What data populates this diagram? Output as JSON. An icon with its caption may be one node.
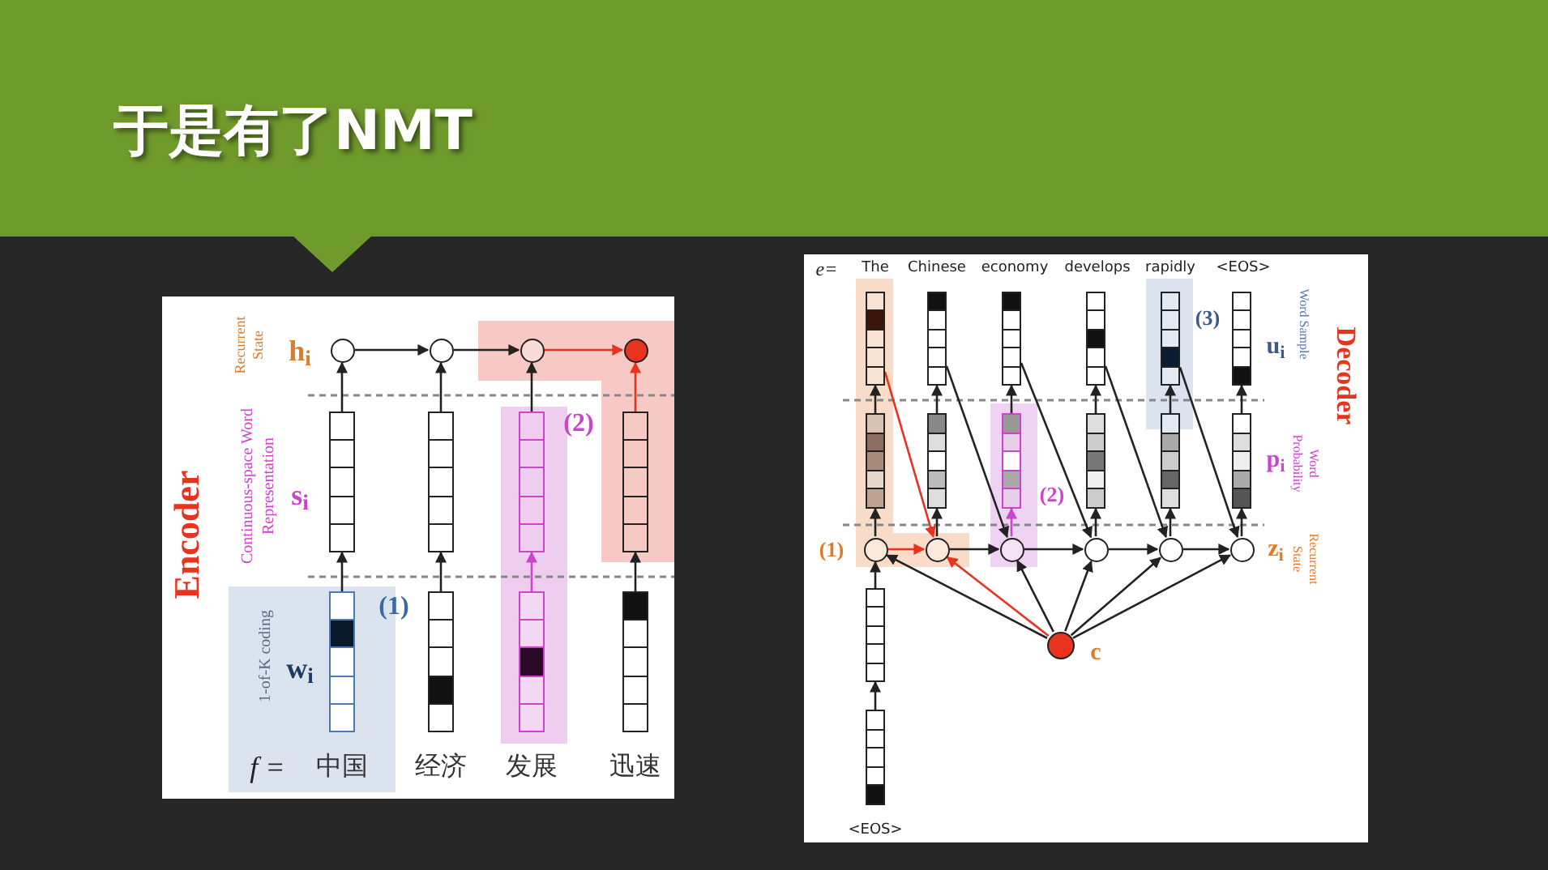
{
  "diagram": {
    "title": "于是有了NMT",
    "nodes": [
      {
        "text": [],
        "shape": "circle"
      },
      {
        "text": [],
        "shape": "circle"
      },
      {
        "text": [],
        "shape": "circle"
      },
      {
        "text": [],
        "shape": "circle"
      },
      {
        "text": [],
        "shape": "bar"
      },
      {
        "text": [],
        "shape": "bar"
      },
      {
        "text": [],
        "shape": "bar"
      },
      {
        "text": [],
        "shape": "bar"
      },
      {
        "text": [],
        "shape": "bar"
      },
      {
        "text": [],
        "shape": "bar"
      },
      {
        "text": [],
        "shape": "bar"
      },
      {
        "text": [],
        "shape": "bar"
      },
      {
        "text": [],
        "shape": "bar"
      },
      {
        "text": [],
        "shape": "bar"
      },
      {
        "text": [],
        "shape": "bar"
      },
      {
        "text": [],
        "shape": "bar"
      },
      {
        "text": [],
        "shape": "bar"
      },
      {
        "text": [],
        "shape": "bar"
      },
      {
        "text": [],
        "shape": "bar"
      },
      {
        "text": [],
        "shape": "bar"
      },
      {
        "text": [],
        "shape": "bar"
      },
      {
        "text": [],
        "shape": "bar"
      },
      {
        "text": [],
        "shape": "bar"
      },
      {
        "text": [],
        "shape": "bar"
      },
      {
        "text": [],
        "shape": "circle"
      },
      {
        "text": [],
        "shape": "circle"
      },
      {
        "text": [],
        "shape": "circle"
      },
      {
        "text": [],
        "shape": "circle"
      },
      {
        "text": [],
        "shape": "circle"
      },
      {
        "text": [],
        "shape": "circle"
      },
      {
        "text": [],
        "shape": "circle"
      },
      {
        "text": [],
        "shape": "bar"
      },
      {
        "text": [],
        "shape": "bar"
      }
    ],
    "edges": [
      {
        "from": 8,
        "to": 4,
        "arrow": "to"
      },
      {
        "from": 9,
        "to": 5,
        "arrow": "to"
      },
      {
        "from": 10,
        "to": 6,
        "arrow": "to",
        "color": "#cc44cc"
      },
      {
        "from": 11,
        "to": 7,
        "arrow": "to"
      },
      {
        "from": 4,
        "to": 0,
        "arrow": "to"
      },
      {
        "from": 5,
        "to": 1,
        "arrow": "to"
      },
      {
        "from": 6,
        "to": 2,
        "arrow": "to"
      },
      {
        "from": 7,
        "to": 3,
        "arrow": "to",
        "color": "#e8331f"
      },
      {
        "from": 0,
        "to": 1,
        "arrow": "to"
      },
      {
        "from": 1,
        "to": 2,
        "arrow": "to"
      },
      {
        "from": 2,
        "to": 3,
        "arrow": "to",
        "color": "#e8331f"
      },
      {
        "from": 24,
        "to": 18,
        "arrow": "to"
      },
      {
        "from": 25,
        "to": 19,
        "arrow": "to"
      },
      {
        "from": 26,
        "to": 20,
        "arrow": "to",
        "color": "#cc44cc"
      },
      {
        "from": 27,
        "to": 21,
        "arrow": "to"
      },
      {
        "from": 28,
        "to": 22,
        "arrow": "to"
      },
      {
        "from": 29,
        "to": 23,
        "arrow": "to"
      },
      {
        "from": 18,
        "to": 12,
        "arrow": "to"
      },
      {
        "from": 19,
        "to": 13,
        "arrow": "to"
      },
      {
        "from": 20,
        "to": 14,
        "arrow": "to"
      },
      {
        "from": 21,
        "to": 15,
        "arrow": "to"
      },
      {
        "from": 22,
        "to": 16,
        "arrow": "to"
      },
      {
        "from": 23,
        "to": 17,
        "arrow": "to"
      },
      {
        "from": 24,
        "to": 25,
        "arrow": "to",
        "color": "#e8331f"
      },
      {
        "from": 25,
        "to": 26,
        "arrow": "to"
      },
      {
        "from": 26,
        "to": 27,
        "arrow": "to"
      },
      {
        "from": 27,
        "to": 28,
        "arrow": "to"
      },
      {
        "from": 28,
        "to": 29,
        "arrow": "to"
      },
      {
        "from": 12,
        "to": 25,
        "arrow": "to",
        "color": "#e8331f"
      },
      {
        "from": 13,
        "to": 26,
        "arrow": "to"
      },
      {
        "from": 14,
        "to": 27,
        "arrow": "to"
      },
      {
        "from": 15,
        "to": 28,
        "arrow": "to"
      },
      {
        "from": 16,
        "to": 29,
        "arrow": "to"
      },
      {
        "from": 30,
        "to": 24,
        "arrow": "to"
      },
      {
        "from": 30,
        "to": 25,
        "arrow": "to",
        "color": "#e8331f"
      },
      {
        "from": 30,
        "to": 26,
        "arrow": "to"
      },
      {
        "from": 30,
        "to": 27,
        "arrow": "to"
      },
      {
        "from": 30,
        "to": 28,
        "arrow": "to"
      },
      {
        "from": 30,
        "to": 29,
        "arrow": "to"
      },
      {
        "from": 32,
        "to": 31,
        "arrow": "to"
      },
      {
        "from": 31,
        "to": 24,
        "arrow": "to"
      }
    ],
    "labels": [
      "Encoder",
      "Recurrent State",
      "h$_{i}$",
      "Continuous-space Word Representation",
      "s$_{i}$",
      "1-of-K coding",
      "w$_{i}$",
      "(1)",
      "(2)",
      "f =",
      "中国",
      "经济",
      "发展",
      "迅速",
      "e=",
      "The",
      "Chinese",
      "economy",
      "develops",
      "rapidly",
      "<EOS>",
      "(3)",
      "u$_{i}$",
      "Word Sample",
      "Decoder",
      "(2)",
      "p$_{i}$",
      "Word Probability",
      "(1)",
      "z$_{i}$",
      "Recurrent State",
      "c",
      "<EOS>"
    ]
  }
}
